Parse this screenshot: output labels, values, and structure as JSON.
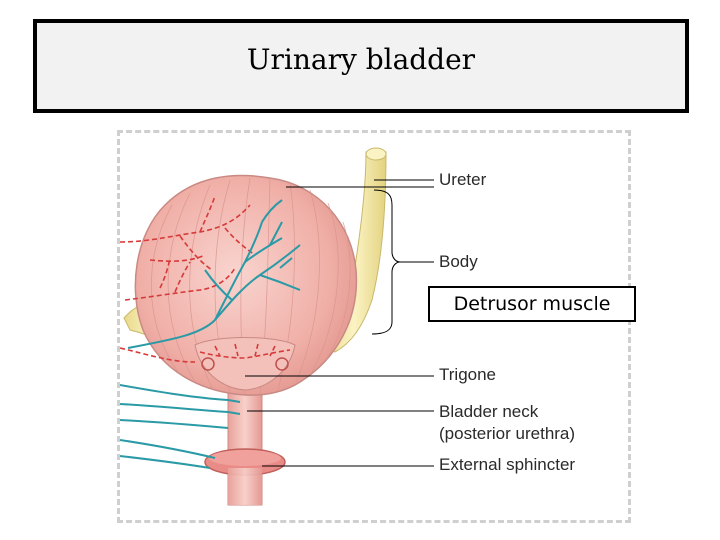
{
  "title": "Urinary bladder",
  "labels": {
    "ureter": "Ureter",
    "body": "Body",
    "trigone": "Trigone",
    "bladder_neck_1": "Bladder neck",
    "bladder_neck_2": "(posterior urethra)",
    "external_sphincter": "External sphincter"
  },
  "callout": "Detrusor muscle",
  "colors": {
    "bladder": "#f2b7b0",
    "ureter": "#f3e8a6",
    "nerve": "#2a9aa6",
    "vessel": "#d63a3a",
    "sphincter": "#e98c88"
  }
}
